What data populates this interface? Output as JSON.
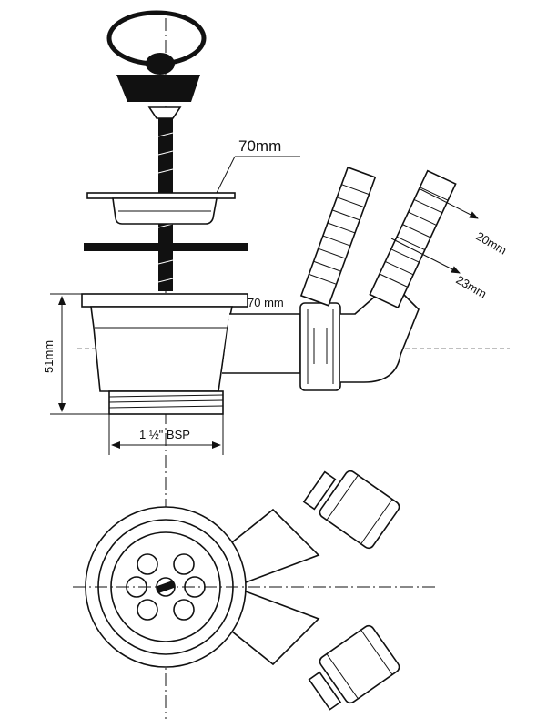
{
  "diagram": {
    "labels": {
      "strainer_diameter": "70mm",
      "outlet_offset": "70 mm",
      "hose_tail_small": "20mm",
      "hose_tail_large": "23mm",
      "body_height": "51mm",
      "thread_size": "1 ½\" BSP"
    }
  }
}
